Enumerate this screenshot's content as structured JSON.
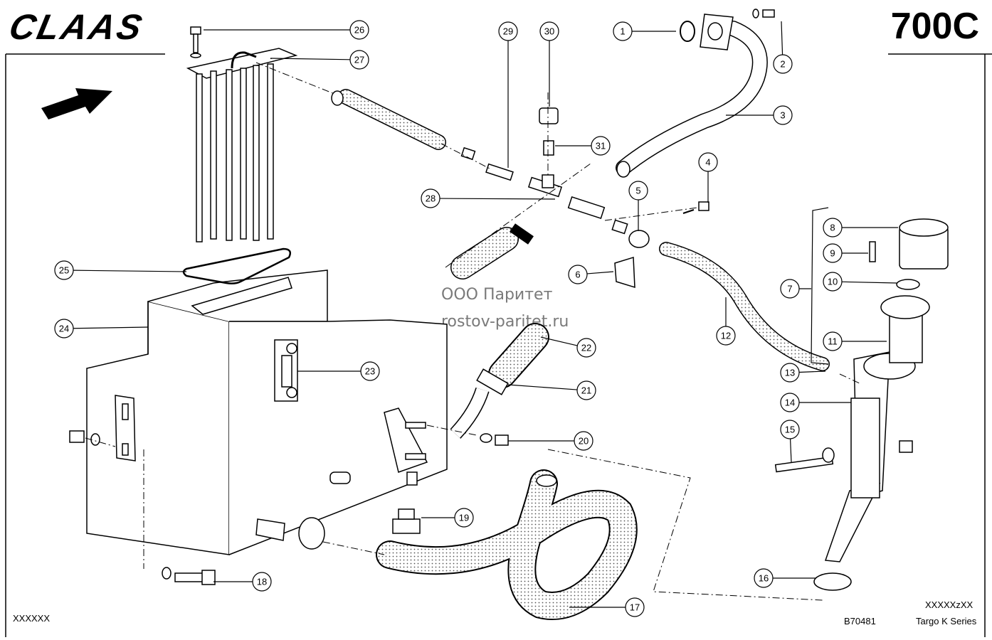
{
  "header": {
    "brand": "CLAAS",
    "model": "700C"
  },
  "footer": {
    "left_code": "XXXXXX",
    "drawing_no": "B70481",
    "right_code": "XXXXXzXX",
    "series": "Targo K Series"
  },
  "watermark": {
    "line1": "ООО Паритет",
    "line2": "rostov-paritet.ru"
  },
  "callouts": [
    "1",
    "2",
    "3",
    "4",
    "5",
    "6",
    "7",
    "8",
    "9",
    "10",
    "11",
    "12",
    "13",
    "14",
    "15",
    "16",
    "17",
    "18",
    "19",
    "20",
    "21",
    "22",
    "23",
    "24",
    "25",
    "26",
    "27",
    "28",
    "29",
    "30",
    "31"
  ]
}
